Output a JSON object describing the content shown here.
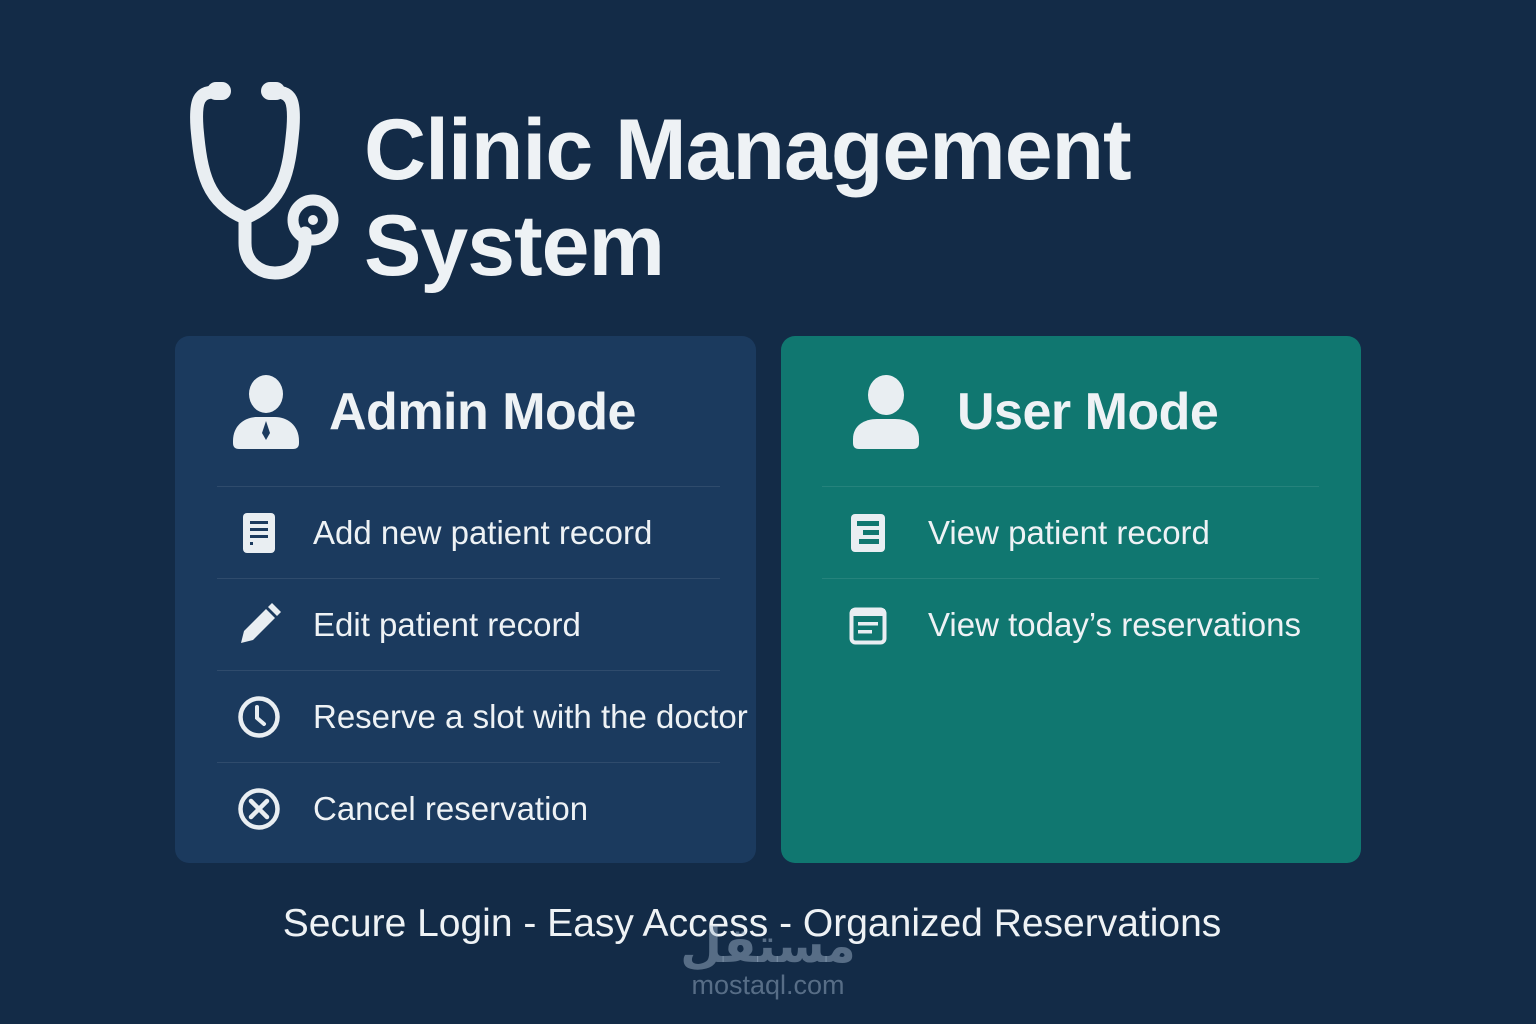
{
  "header": {
    "icon": "stethoscope-icon",
    "title_line1": "Clinic Management",
    "title_line2": "System"
  },
  "colors": {
    "background": "#132b47",
    "admin_card": "#1b3a5e",
    "user_card": "#107770",
    "text": "#eef2f5"
  },
  "admin": {
    "title": "Admin Mode",
    "icon": "admin-user-icon",
    "items": [
      {
        "label": "Add new patient record",
        "icon": "document-icon"
      },
      {
        "label": "Edit patient record",
        "icon": "pencil-icon"
      },
      {
        "label": "Reserve a slot with the doctor",
        "icon": "clock-icon"
      },
      {
        "label": "Cancel reservation",
        "icon": "cancel-circle-icon"
      }
    ]
  },
  "user": {
    "title": "User Mode",
    "icon": "user-icon",
    "items": [
      {
        "label": "View patient record",
        "icon": "record-icon"
      },
      {
        "label": "View today’s reservations",
        "icon": "calendar-icon"
      }
    ]
  },
  "footer": {
    "tagline": "Secure Login - Easy Access - Organized Reservations"
  },
  "watermark": {
    "arabic": "مستقل",
    "latin": "mostaql.com"
  }
}
